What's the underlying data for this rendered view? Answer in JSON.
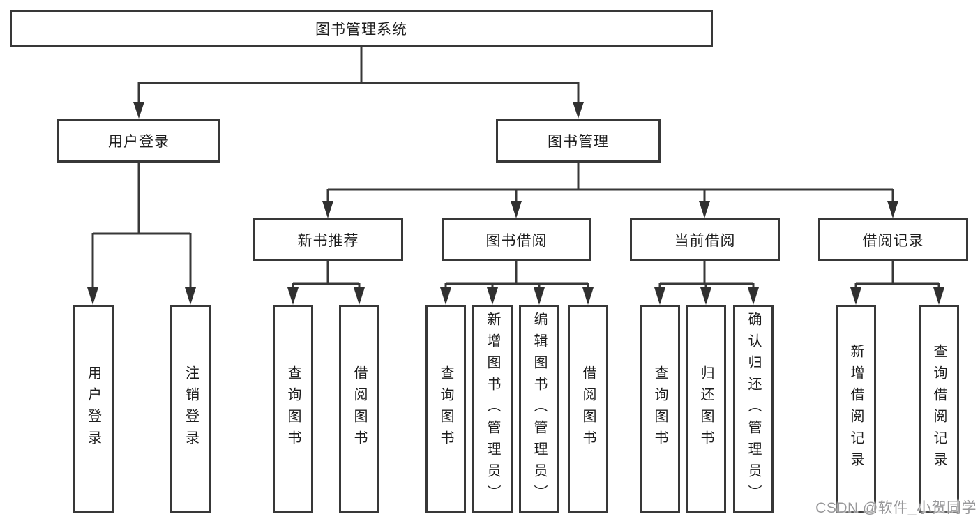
{
  "nodes": {
    "root": "图书管理系统",
    "level2": {
      "user_login": "用户登录",
      "book_mgmt": "图书管理"
    },
    "level3": {
      "new_book_rec": "新书推荐",
      "book_borrow": "图书借阅",
      "current_borrow": "当前借阅",
      "borrow_record": "借阅记录"
    },
    "leaves": {
      "login": "用户登录",
      "logout": "注销登录",
      "rec_query_book": "查询图书",
      "rec_borrow_book": "借阅图书",
      "bb_query_book": "查询图书",
      "bb_add_book": "新增图书（管理员）",
      "bb_edit_book": "编辑图书（管理员）",
      "bb_borrow_book": "借阅图书",
      "cb_query_book": "查询图书",
      "cb_return_book": "归还图书",
      "cb_confirm_return": "确认归还（管理员）",
      "br_add_record": "新增借阅记录",
      "br_query_record": "查询借阅记录"
    }
  },
  "watermark": "CSDN @软件_小贺同学",
  "colors": {
    "line": "#383838",
    "box_border": "#383838",
    "text": "#1d1d1d",
    "watermark": "#98989a",
    "background": "#ffffff"
  }
}
